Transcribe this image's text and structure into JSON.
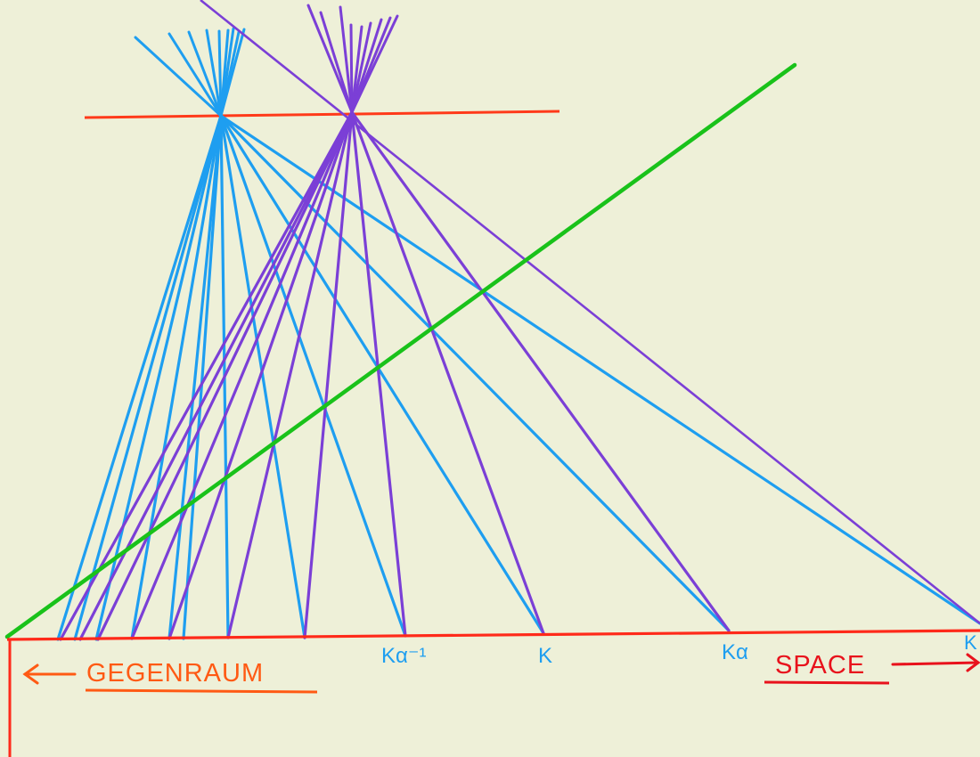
{
  "labels": {
    "gegenraum": "GEGENRAUM",
    "space": "SPACE",
    "k_alpha_inv": "Kα⁻¹",
    "k": "K",
    "k_alpha": "Kα",
    "k_edge": "K"
  },
  "colors": {
    "background": "#eef0d8",
    "baseline": "#ff2a1a",
    "horizon": "#ff3a1a",
    "blue_rays": "#1e9ef0",
    "purple_rays": "#7b3fd6",
    "green_line": "#19c21a",
    "gegenraum_text": "#ff5a14",
    "space_text": "#e8121c",
    "k_labels": "#1e9ef0"
  }
}
